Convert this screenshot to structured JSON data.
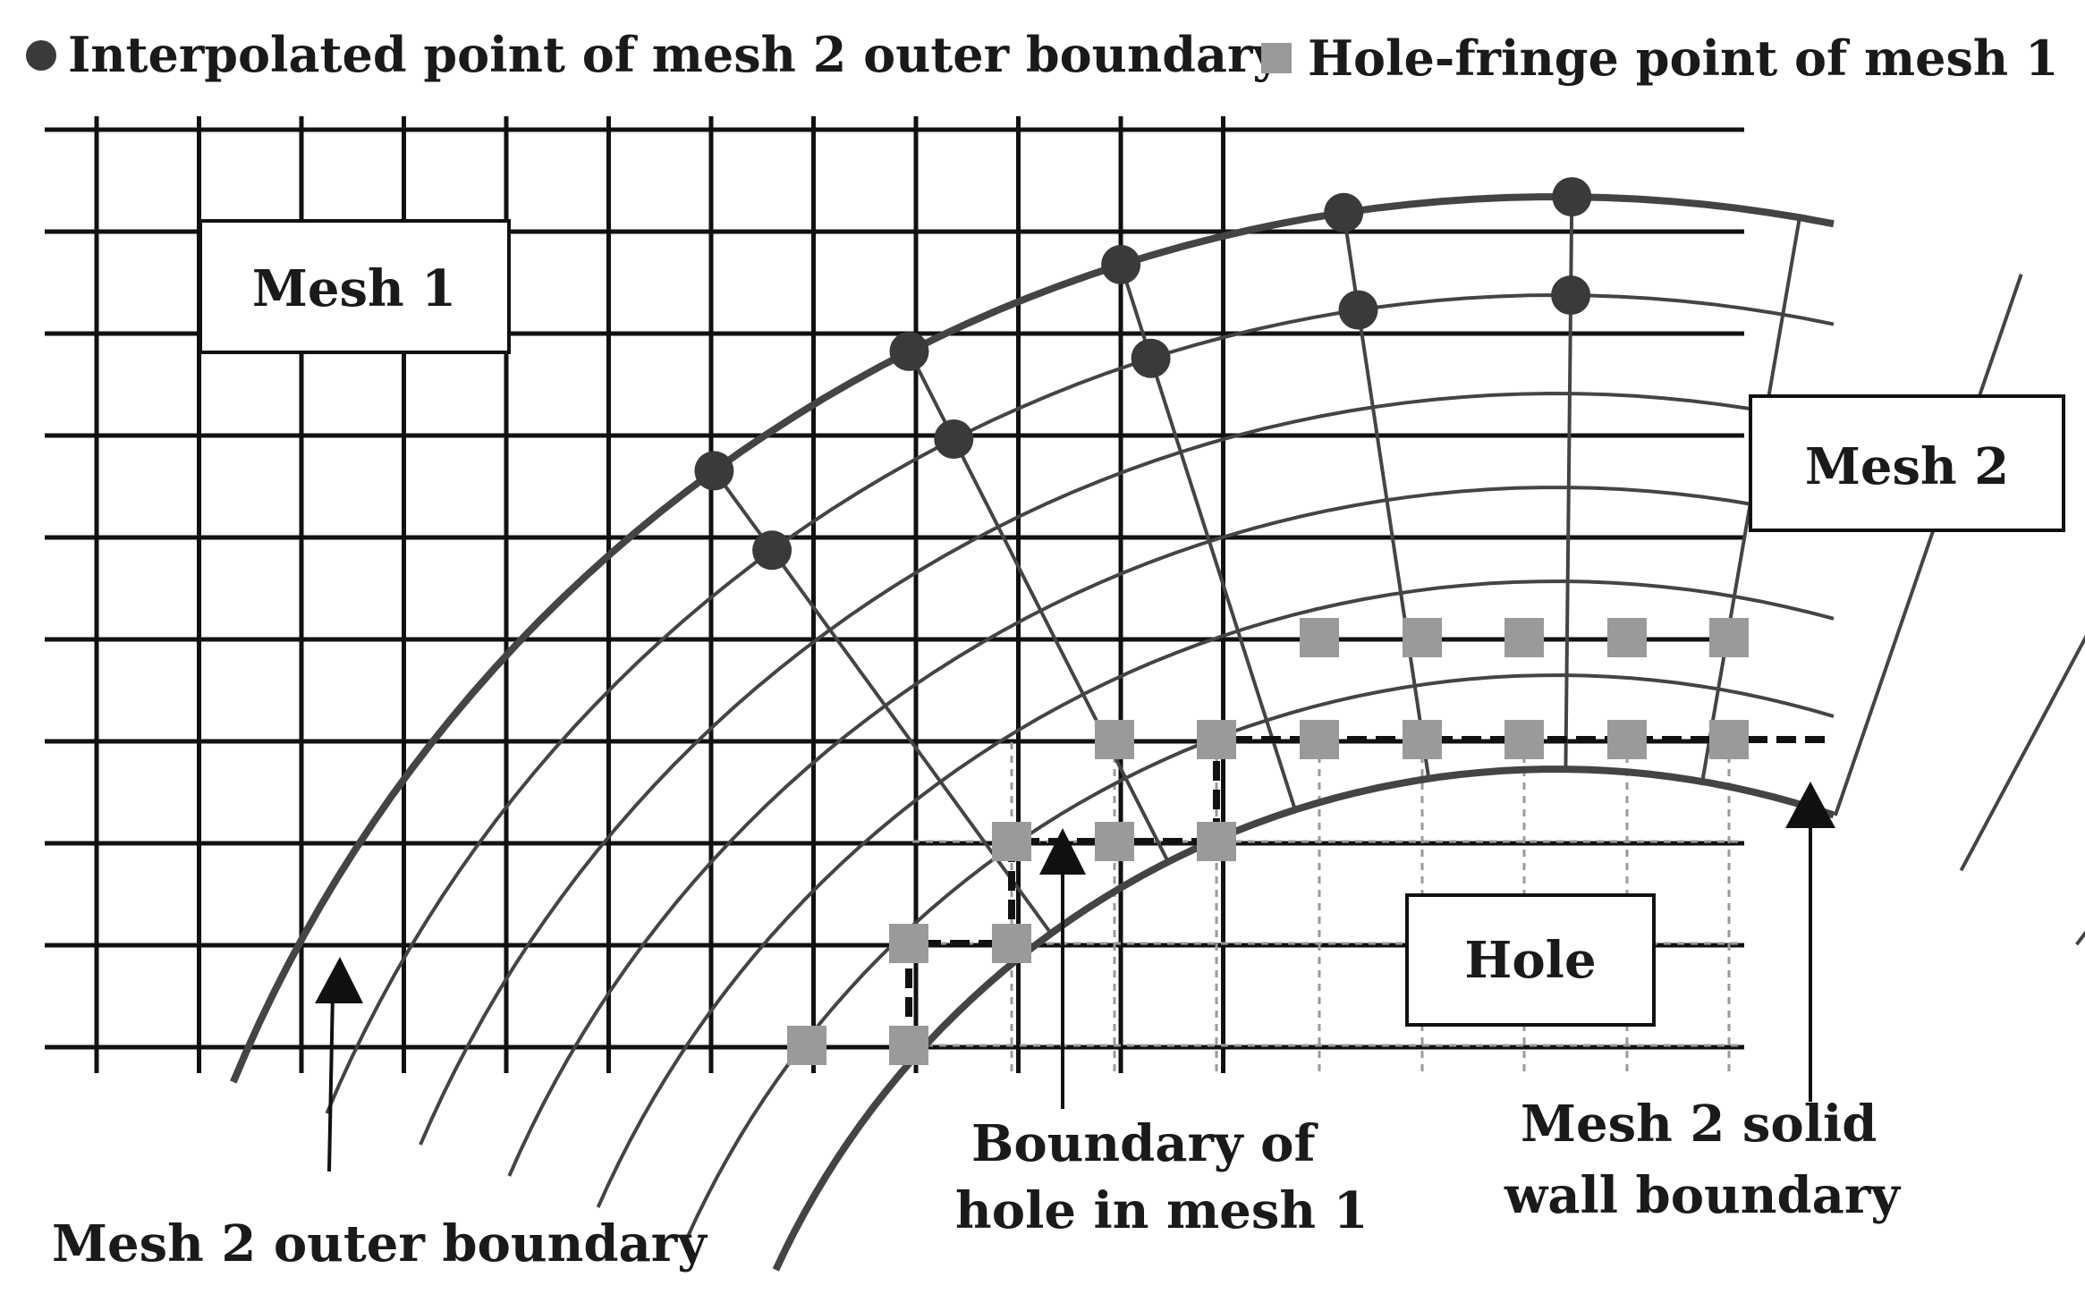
{
  "legend": {
    "interpolated_point": "Interpolated point of mesh 2 outer boundary",
    "hole_fringe_point": "Hole-fringe point of mesh 1"
  },
  "boxes": {
    "mesh1": "Mesh 1",
    "mesh2": "Mesh 2",
    "hole": "Hole"
  },
  "annotations": {
    "outer_boundary": "Mesh 2 outer boundary",
    "hole_boundary_line1": "Boundary of",
    "hole_boundary_line2": "hole in mesh 1",
    "solid_wall_line1": "Mesh 2 solid",
    "solid_wall_line2": "wall boundary"
  },
  "colors": {
    "mesh1_lines": "#111111",
    "mesh2_lines": "#444444",
    "interpolated_point": "#3a3a3a",
    "hole_fringe_point": "#9a9a9a",
    "hole_region_lines": "#9a9a9a"
  }
}
